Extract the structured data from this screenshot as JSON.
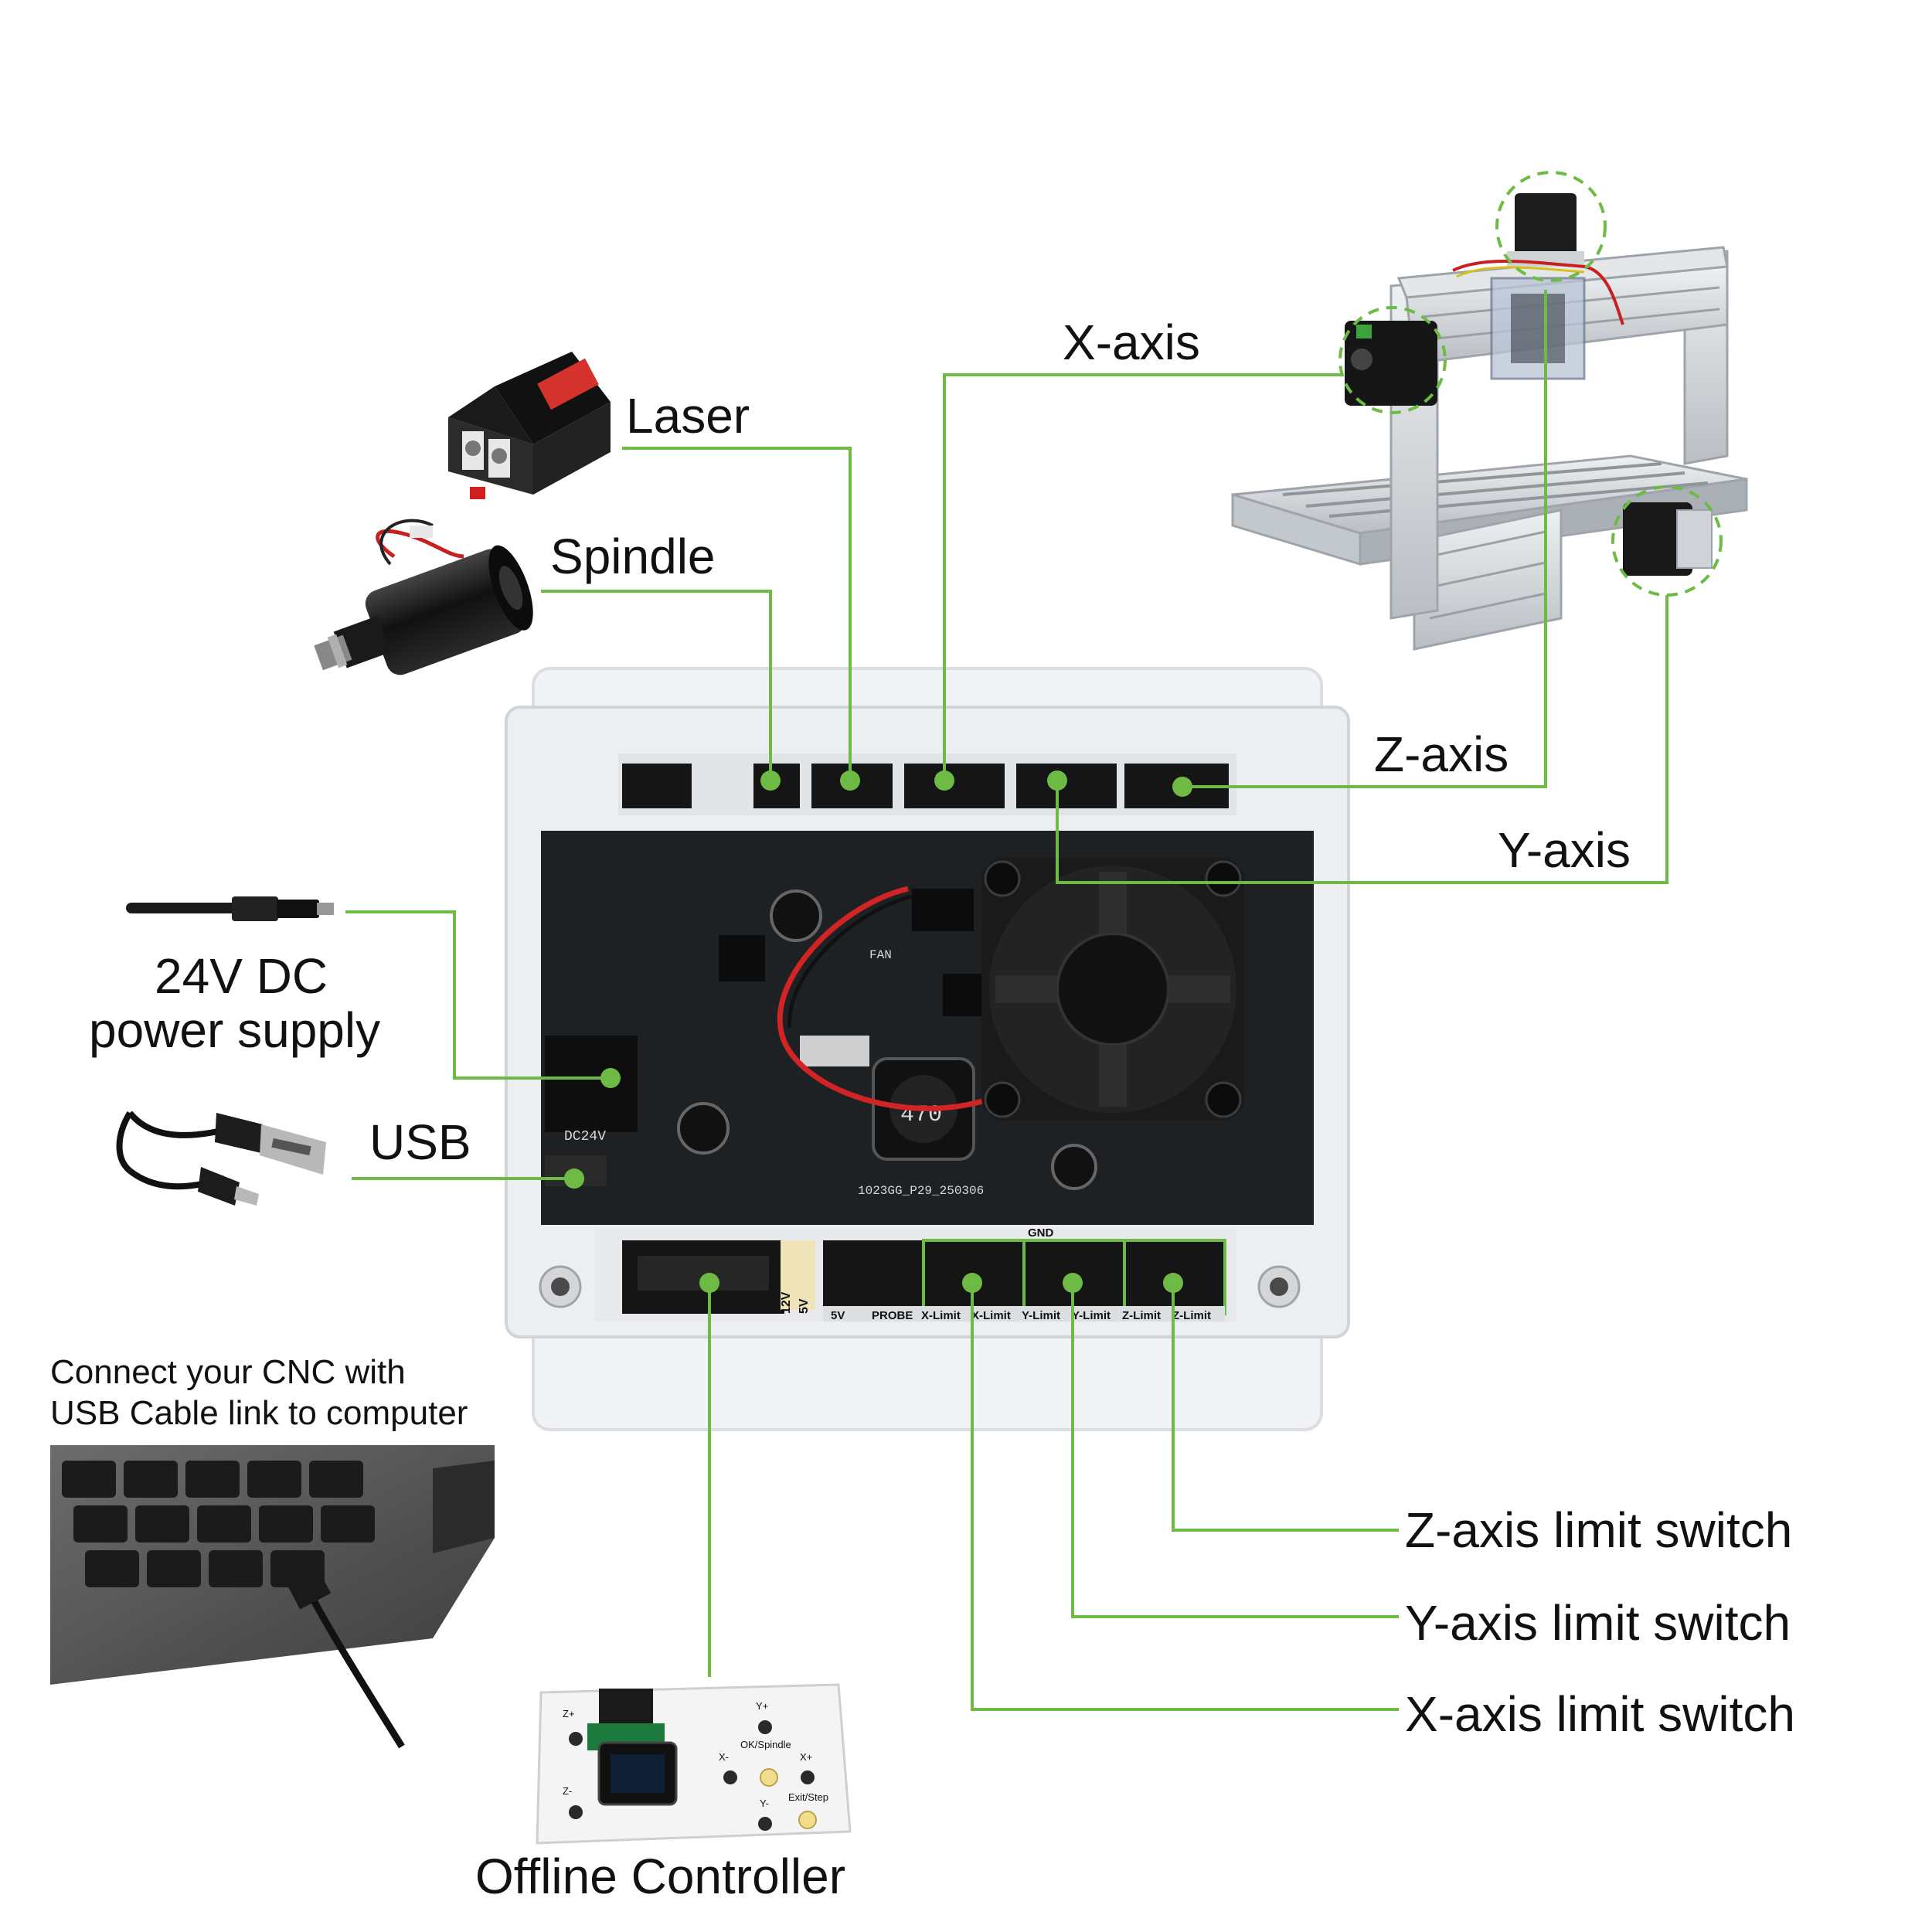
{
  "labels": {
    "x_axis": "X-axis",
    "laser": "Laser",
    "spindle": "Spindle",
    "z_axis": "Z-axis",
    "y_axis": "Y-axis",
    "power_line1": "24V DC",
    "power_line2": "power supply",
    "usb": "USB",
    "usb_note_line1": "Connect your CNC with",
    "usb_note_line2": "USB Cable link to computer",
    "z_limit": "Z-axis limit switch",
    "y_limit": "Y-axis limit switch",
    "x_limit": "X-axis limit switch",
    "offline_controller": "Offline Controller"
  },
  "board": {
    "port_labels": [
      "5V",
      "PROBE",
      "X-Limit",
      "X-Limit",
      "Y-Limit",
      "Y-Limit",
      "Z-Limit",
      "Z-Limit"
    ],
    "gnd": "GND",
    "dc_in": "DC24V",
    "fan": "FAN",
    "model": "1023GG_P29_250306",
    "inductor": "470",
    "voltage_12": "12V",
    "voltage_5": "5V"
  },
  "controller_buttons": {
    "z_plus": "Z+",
    "z_minus": "Z-",
    "y_plus": "Y+",
    "y_minus": "Y-",
    "x_minus": "X-",
    "x_plus": "X+",
    "ok": "OK/Spindle",
    "exit": "Exit/Step"
  },
  "colors": {
    "connector_line": "#6dbb45",
    "pcb": "#1e2124",
    "enclosure": "#eef0f3",
    "aluminum": "#d9dde1",
    "button_yellow": "#f2dd8a"
  }
}
